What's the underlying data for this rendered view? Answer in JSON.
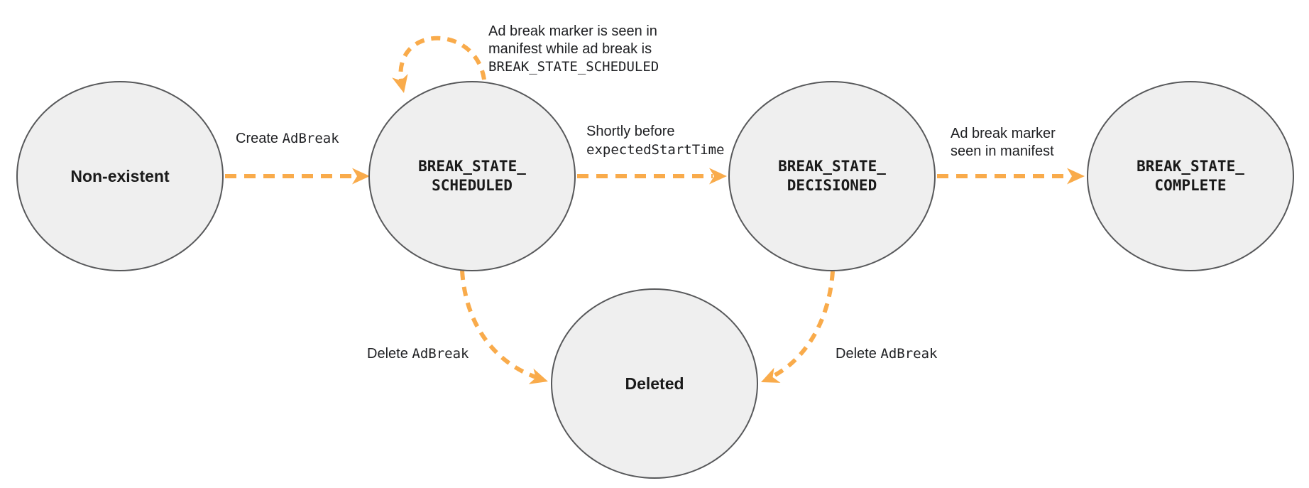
{
  "colors": {
    "arrow_orange": "#F9AB4B",
    "node_fill": "#EFEFEF",
    "node_border": "#57585A",
    "text": "#202124"
  },
  "nodes": [
    {
      "name": "non-existent",
      "lines": [
        "Non-existent"
      ]
    },
    {
      "name": "break-state-scheduled",
      "lines": [
        "BREAK_STATE_",
        "SCHEDULED"
      ]
    },
    {
      "name": "break-state-decisioned",
      "lines": [
        "BREAK_STATE_",
        "DECISIONED"
      ]
    },
    {
      "name": "break-state-complete",
      "lines": [
        "BREAK_STATE_",
        "COMPLETE"
      ]
    },
    {
      "name": "deleted",
      "lines": [
        "Deleted"
      ]
    }
  ],
  "edges": {
    "create": {
      "plain": "Create ",
      "code": "AdBreak"
    },
    "self_loop": {
      "line1": "Ad break marker is seen in",
      "line2": "manifest while ad break is",
      "code_line": "BREAK_STATE_SCHEDULED"
    },
    "to_decisioned": {
      "plain": "Shortly before",
      "code": "expectedStartTime"
    },
    "to_complete": {
      "line1": "Ad break marker",
      "line2": "seen in manifest"
    },
    "delete_left": {
      "plain": "Delete ",
      "code": "AdBreak"
    },
    "delete_right": {
      "plain": "Delete ",
      "code": "AdBreak"
    }
  }
}
